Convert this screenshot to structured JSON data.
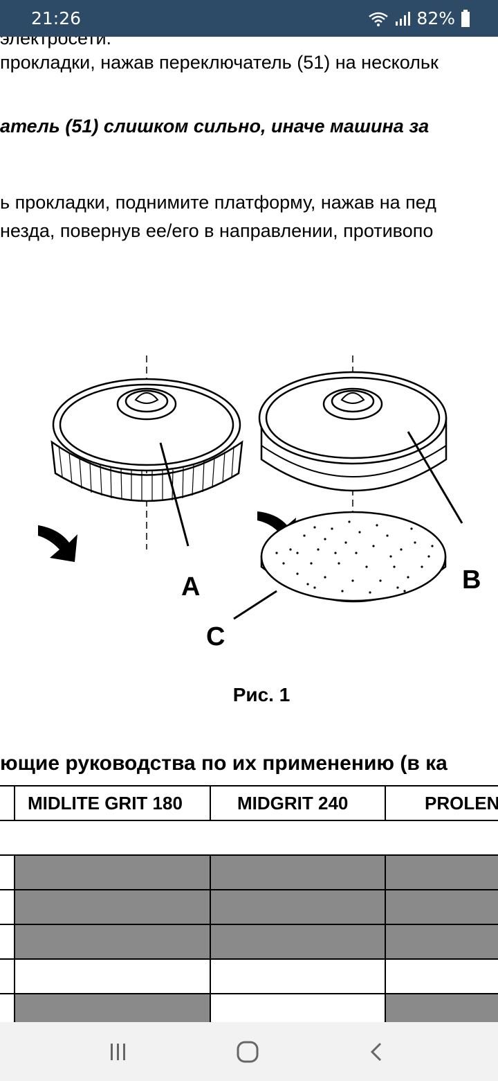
{
  "status_bar": {
    "time": "21:26",
    "battery_percent": "82%"
  },
  "document": {
    "lines": [
      "электросети.",
      "прокладки, нажав переключатель (51) на нескольк",
      "атель (51) слишком сильно, иначе машина за",
      "ь прокладки, поднимите платформу, нажав на пед",
      "незда, повернув ее/его в направлении, противопо"
    ],
    "figure": {
      "labels": {
        "a": "A",
        "b": "B",
        "c": "C"
      },
      "caption": "Рис. 1"
    },
    "section_heading": "ющие руководства по их применению (в ка",
    "table": {
      "headers": [
        "",
        "MIDLITE GRIT 180",
        "MIDGRIT 240",
        "PROLEN"
      ],
      "row_fills": [
        [
          "white",
          "white",
          "white",
          "white"
        ],
        [
          "white",
          "gray",
          "gray",
          "gray"
        ],
        [
          "white",
          "gray",
          "gray",
          "gray"
        ],
        [
          "white",
          "gray",
          "gray",
          "gray"
        ],
        [
          "white",
          "white",
          "white",
          "white"
        ],
        [
          "white",
          "gray",
          "white",
          "gray"
        ]
      ]
    }
  },
  "colors": {
    "status_bar_bg": "#2d4a66",
    "cell_gray": "#8a8a8a",
    "nav_bg": "#f2f2f2"
  },
  "nav_bar": {
    "icons": [
      "recent-apps-icon",
      "home-icon",
      "back-icon"
    ]
  }
}
